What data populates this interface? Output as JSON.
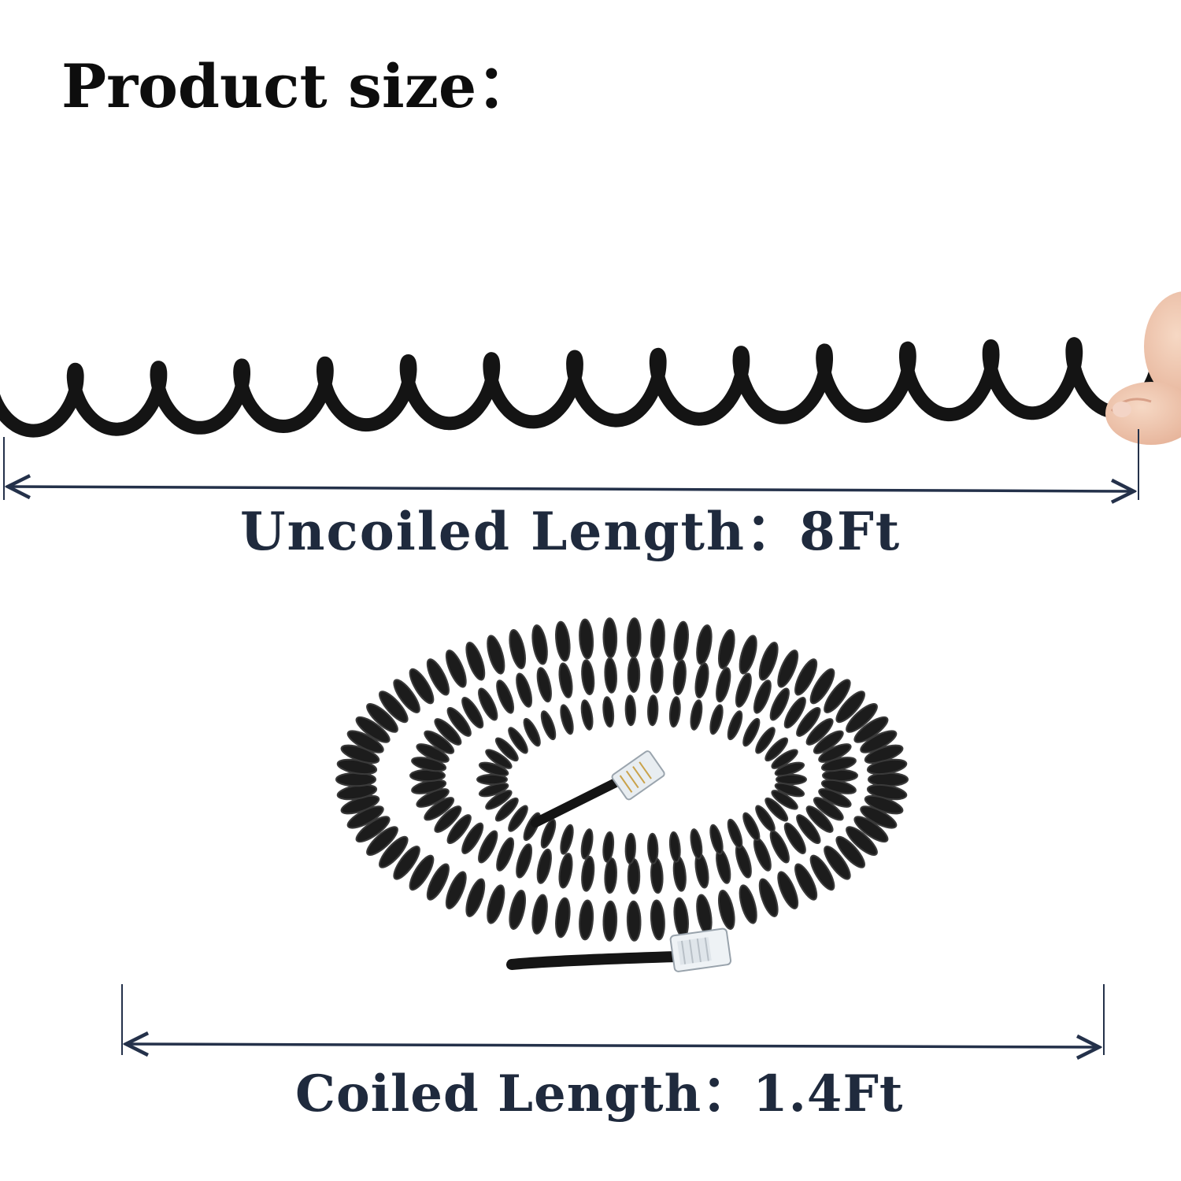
{
  "title": "Product size：",
  "uncoiled": {
    "label": "Uncoiled Length：",
    "value": "8Ft"
  },
  "coiled": {
    "label": "Coiled Length：",
    "value": "1.4Ft"
  },
  "colors": {
    "text_dark": "#0d0d0d",
    "label_navy": "#1f2a3d",
    "cord": "#141414",
    "arrow": "#24314a",
    "skin": "#efc7b0"
  }
}
